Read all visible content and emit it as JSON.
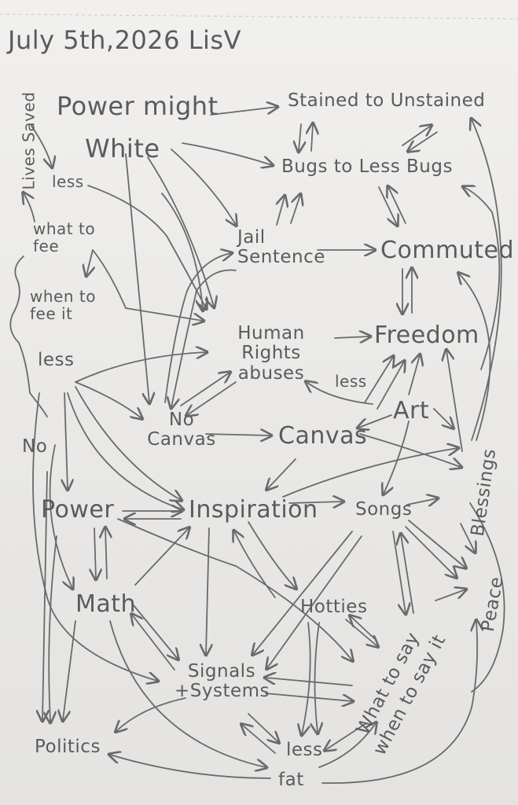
{
  "diagram": {
    "date_line": "July 5th,2026 LisV",
    "nodes": {
      "power_might": "Power might",
      "white": "White",
      "stained": "Stained to Unstained",
      "bugs": "Bugs to Less Bugs",
      "lives_saved": "Lives Saved",
      "less_top": "less",
      "what_to_fee": "what to fee",
      "when_to_fee": "when to fee it",
      "jail": "Jail Sentence",
      "commuted": "Commuted",
      "human_rights": "Human Rights abuses",
      "freedom": "Freedom",
      "less_mid": "less",
      "less_art": "less",
      "art": "Art",
      "no_canvas": "No Canvas",
      "canvas": "Canvas",
      "no": "No",
      "blessings": "Blessings",
      "power": "Power",
      "inspiration": "Inspiration",
      "songs": "Songs",
      "math": "Math",
      "hotties": "Hotties",
      "what_to_say": "What to say when to say it",
      "peace": "Peace",
      "signals": "Signals +Systems",
      "politics": "Politics",
      "less_bottom": "less",
      "fat": "fat"
    }
  }
}
